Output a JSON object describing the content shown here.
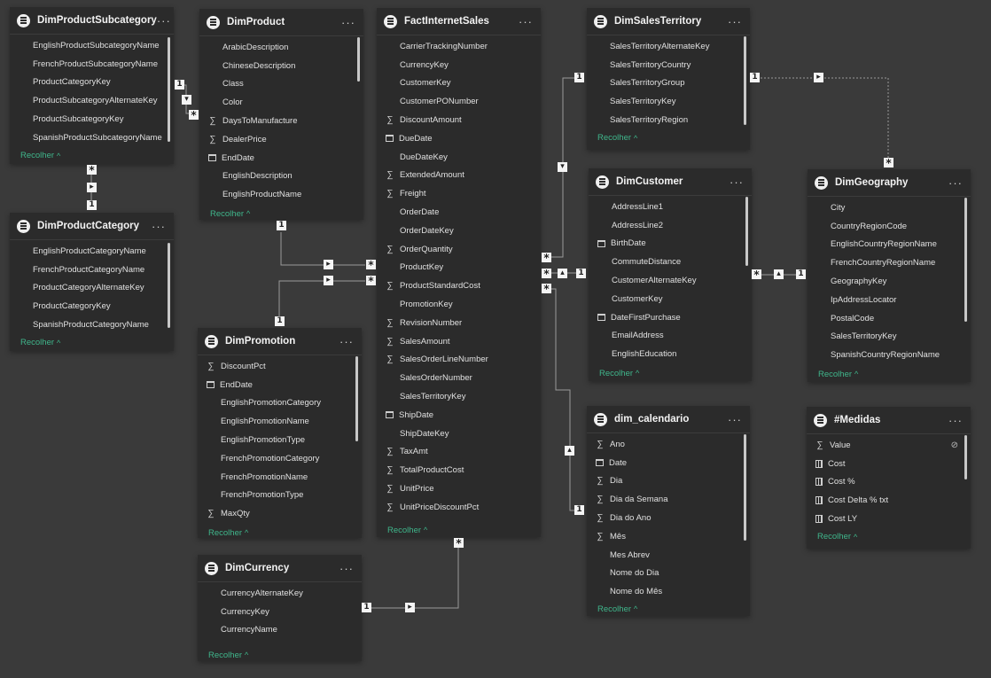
{
  "ui": {
    "more": "···",
    "collapse": "Recolher",
    "chev": "^"
  },
  "tables": {
    "dimProductSubcategory": {
      "title": "DimProductSubcategory",
      "fields": [
        {
          "name": "EnglishProductSubcategoryName",
          "icon": ""
        },
        {
          "name": "FrenchProductSubcategoryName",
          "icon": ""
        },
        {
          "name": "ProductCategoryKey",
          "icon": ""
        },
        {
          "name": "ProductSubcategoryAlternateKey",
          "icon": ""
        },
        {
          "name": "ProductSubcategoryKey",
          "icon": ""
        },
        {
          "name": "SpanishProductSubcategoryName",
          "icon": ""
        }
      ]
    },
    "dimProductCategory": {
      "title": "DimProductCategory",
      "fields": [
        {
          "name": "EnglishProductCategoryName",
          "icon": ""
        },
        {
          "name": "FrenchProductCategoryName",
          "icon": ""
        },
        {
          "name": "ProductCategoryAlternateKey",
          "icon": ""
        },
        {
          "name": "ProductCategoryKey",
          "icon": ""
        },
        {
          "name": "SpanishProductCategoryName",
          "icon": ""
        }
      ]
    },
    "dimProduct": {
      "title": "DimProduct",
      "fields": [
        {
          "name": "ArabicDescription",
          "icon": ""
        },
        {
          "name": "ChineseDescription",
          "icon": ""
        },
        {
          "name": "Class",
          "icon": ""
        },
        {
          "name": "Color",
          "icon": ""
        },
        {
          "name": "DaysToManufacture",
          "icon": "sigma"
        },
        {
          "name": "DealerPrice",
          "icon": "sigma"
        },
        {
          "name": "EndDate",
          "icon": "calendar"
        },
        {
          "name": "EnglishDescription",
          "icon": ""
        },
        {
          "name": "EnglishProductName",
          "icon": ""
        }
      ]
    },
    "dimPromotion": {
      "title": "DimPromotion",
      "fields": [
        {
          "name": "DiscountPct",
          "icon": "sigma"
        },
        {
          "name": "EndDate",
          "icon": "calendar"
        },
        {
          "name": "EnglishPromotionCategory",
          "icon": ""
        },
        {
          "name": "EnglishPromotionName",
          "icon": ""
        },
        {
          "name": "EnglishPromotionType",
          "icon": ""
        },
        {
          "name": "FrenchPromotionCategory",
          "icon": ""
        },
        {
          "name": "FrenchPromotionName",
          "icon": ""
        },
        {
          "name": "FrenchPromotionType",
          "icon": ""
        },
        {
          "name": "MaxQty",
          "icon": "sigma"
        }
      ]
    },
    "dimCurrency": {
      "title": "DimCurrency",
      "fields": [
        {
          "name": "CurrencyAlternateKey",
          "icon": ""
        },
        {
          "name": "CurrencyKey",
          "icon": ""
        },
        {
          "name": "CurrencyName",
          "icon": ""
        }
      ]
    },
    "factInternetSales": {
      "title": "FactInternetSales",
      "fields": [
        {
          "name": "CarrierTrackingNumber",
          "icon": ""
        },
        {
          "name": "CurrencyKey",
          "icon": ""
        },
        {
          "name": "CustomerKey",
          "icon": ""
        },
        {
          "name": "CustomerPONumber",
          "icon": ""
        },
        {
          "name": "DiscountAmount",
          "icon": "sigma"
        },
        {
          "name": "DueDate",
          "icon": "calendar"
        },
        {
          "name": "DueDateKey",
          "icon": ""
        },
        {
          "name": "ExtendedAmount",
          "icon": "sigma"
        },
        {
          "name": "Freight",
          "icon": "sigma"
        },
        {
          "name": "OrderDate",
          "icon": ""
        },
        {
          "name": "OrderDateKey",
          "icon": ""
        },
        {
          "name": "OrderQuantity",
          "icon": "sigma"
        },
        {
          "name": "ProductKey",
          "icon": ""
        },
        {
          "name": "ProductStandardCost",
          "icon": "sigma"
        },
        {
          "name": "PromotionKey",
          "icon": ""
        },
        {
          "name": "RevisionNumber",
          "icon": "sigma"
        },
        {
          "name": "SalesAmount",
          "icon": "sigma"
        },
        {
          "name": "SalesOrderLineNumber",
          "icon": "sigma"
        },
        {
          "name": "SalesOrderNumber",
          "icon": ""
        },
        {
          "name": "SalesTerritoryKey",
          "icon": ""
        },
        {
          "name": "ShipDate",
          "icon": "calendar"
        },
        {
          "name": "ShipDateKey",
          "icon": ""
        },
        {
          "name": "TaxAmt",
          "icon": "sigma"
        },
        {
          "name": "TotalProductCost",
          "icon": "sigma"
        },
        {
          "name": "UnitPrice",
          "icon": "sigma"
        },
        {
          "name": "UnitPriceDiscountPct",
          "icon": "sigma"
        }
      ]
    },
    "dimSalesTerritory": {
      "title": "DimSalesTerritory",
      "fields": [
        {
          "name": "SalesTerritoryAlternateKey",
          "icon": ""
        },
        {
          "name": "SalesTerritoryCountry",
          "icon": ""
        },
        {
          "name": "SalesTerritoryGroup",
          "icon": ""
        },
        {
          "name": "SalesTerritoryKey",
          "icon": ""
        },
        {
          "name": "SalesTerritoryRegion",
          "icon": ""
        }
      ]
    },
    "dimCustomer": {
      "title": "DimCustomer",
      "fields": [
        {
          "name": "AddressLine1",
          "icon": ""
        },
        {
          "name": "AddressLine2",
          "icon": ""
        },
        {
          "name": "BirthDate",
          "icon": "calendar"
        },
        {
          "name": "CommuteDistance",
          "icon": ""
        },
        {
          "name": "CustomerAlternateKey",
          "icon": ""
        },
        {
          "name": "CustomerKey",
          "icon": ""
        },
        {
          "name": "DateFirstPurchase",
          "icon": "calendar"
        },
        {
          "name": "EmailAddress",
          "icon": ""
        },
        {
          "name": "EnglishEducation",
          "icon": ""
        }
      ]
    },
    "dimGeography": {
      "title": "DimGeography",
      "fields": [
        {
          "name": "City",
          "icon": ""
        },
        {
          "name": "CountryRegionCode",
          "icon": ""
        },
        {
          "name": "EnglishCountryRegionName",
          "icon": ""
        },
        {
          "name": "FrenchCountryRegionName",
          "icon": ""
        },
        {
          "name": "GeographyKey",
          "icon": ""
        },
        {
          "name": "IpAddressLocator",
          "icon": ""
        },
        {
          "name": "PostalCode",
          "icon": ""
        },
        {
          "name": "SalesTerritoryKey",
          "icon": ""
        },
        {
          "name": "SpanishCountryRegionName",
          "icon": ""
        }
      ]
    },
    "dimCalendario": {
      "title": "dim_calendario",
      "fields": [
        {
          "name": "Ano",
          "icon": "sigma"
        },
        {
          "name": "Date",
          "icon": "calendar"
        },
        {
          "name": "Dia",
          "icon": "sigma"
        },
        {
          "name": "Dia da Semana",
          "icon": "sigma"
        },
        {
          "name": "Dia do Ano",
          "icon": "sigma"
        },
        {
          "name": "Mês",
          "icon": "sigma"
        },
        {
          "name": "Mes Abrev",
          "icon": ""
        },
        {
          "name": "Nome do Dia",
          "icon": ""
        },
        {
          "name": "Nome do Mês",
          "icon": ""
        }
      ]
    },
    "medidas": {
      "title": "#Medidas",
      "fields": [
        {
          "name": "Value",
          "icon": "sigma",
          "hidden": true
        },
        {
          "name": "Cost",
          "icon": "calculator"
        },
        {
          "name": "Cost %",
          "icon": "calculator"
        },
        {
          "name": "Cost Delta % txt",
          "icon": "calculator"
        },
        {
          "name": "Cost LY",
          "icon": "calculator"
        }
      ]
    }
  },
  "cardinality": {
    "one": "1",
    "many": "*"
  }
}
